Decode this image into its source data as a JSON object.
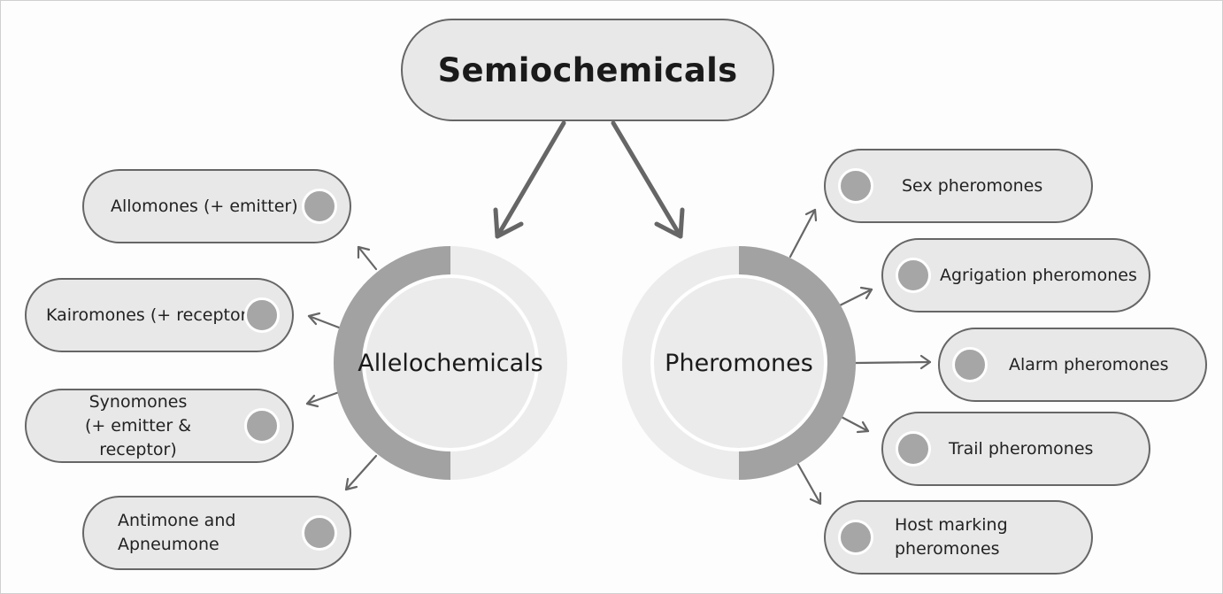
{
  "diagram": {
    "title": "Semiochemicals",
    "branches": [
      {
        "label": "Allelochemicals",
        "items": [
          {
            "lines": [
              "Allomones (+ emitter)"
            ]
          },
          {
            "lines": [
              "Kairomones (+ receptor)"
            ]
          },
          {
            "lines": [
              "Synomones",
              "(+ emitter & receptor)"
            ]
          },
          {
            "lines": [
              "Antimone and",
              "Apneumone"
            ]
          }
        ]
      },
      {
        "label": "Pheromones",
        "items": [
          {
            "lines": [
              "Sex pheromones"
            ]
          },
          {
            "lines": [
              "Agrigation pheromones"
            ]
          },
          {
            "lines": [
              "Alarm pheromones"
            ]
          },
          {
            "lines": [
              "Trail pheromones"
            ]
          },
          {
            "lines": [
              "Host marking",
              "pheromones"
            ]
          }
        ]
      }
    ]
  },
  "colors": {
    "node_fill": "#e8e8e8",
    "node_border": "#666666",
    "ring_dark": "#a2a2a2",
    "ring_light": "#ececec",
    "arrow": "#666666"
  }
}
